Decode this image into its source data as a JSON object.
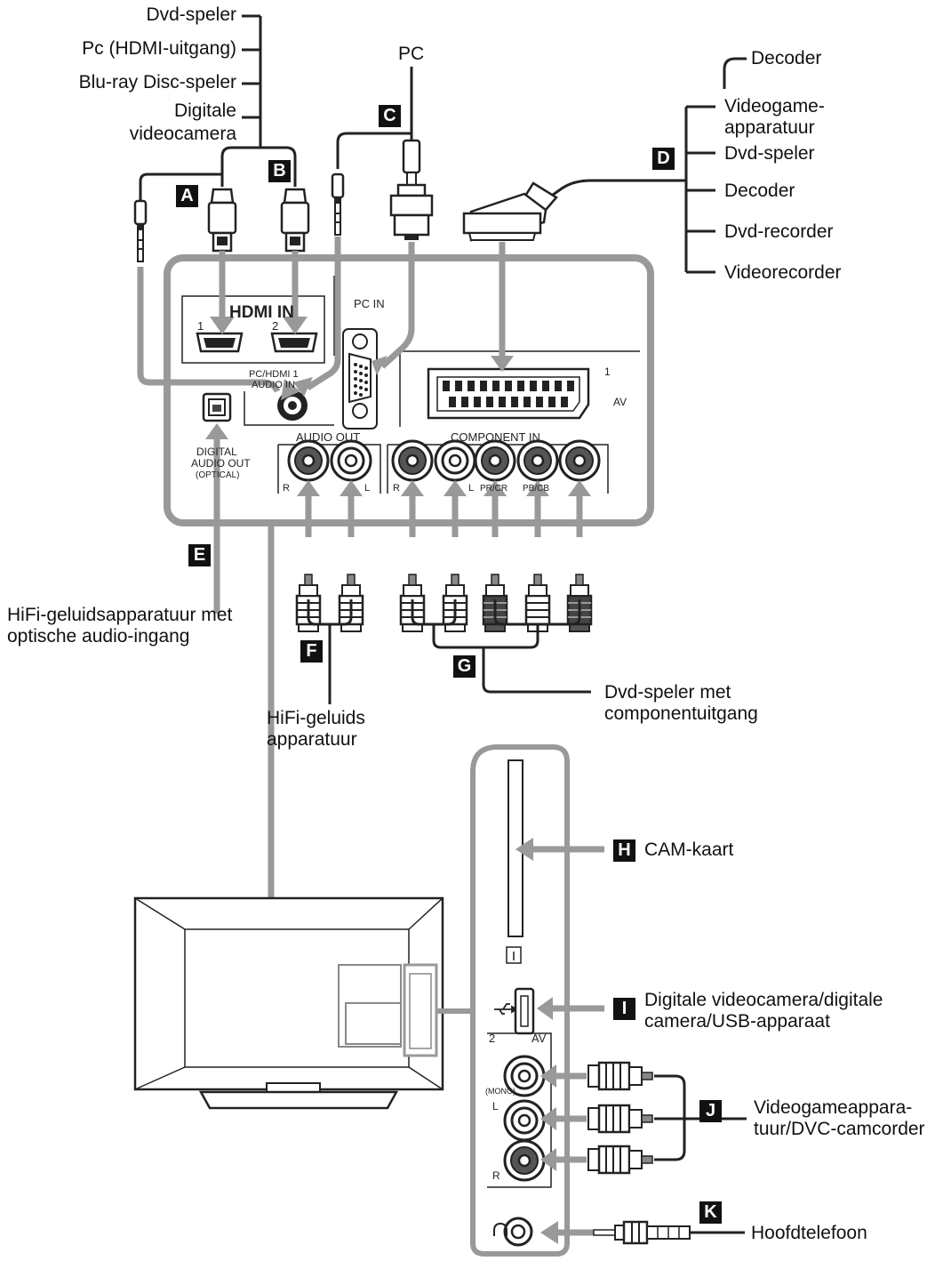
{
  "sources_ab": [
    "Dvd-speler",
    "Pc (HDMI-uitgang)",
    "Blu-ray Disc-speler",
    "Digitale",
    "videocamera"
  ],
  "pc_label": "PC",
  "sources_d": [
    "Decoder",
    "Videogame-",
    "apparatuur",
    "Dvd-speler",
    "Decoder",
    "Dvd-recorder",
    "Videorecorder"
  ],
  "badges": {
    "a": "A",
    "b": "B",
    "c": "C",
    "d": "D",
    "e": "E",
    "f": "F",
    "g": "G",
    "h": "H",
    "i": "I",
    "j": "J",
    "k": "K"
  },
  "label_e": [
    "HiFi-geluidsapparatuur met",
    "optische audio-ingang"
  ],
  "label_f": [
    "HiFi-geluids",
    "apparatuur"
  ],
  "label_g": [
    "Dvd-speler met",
    "componentuitgang"
  ],
  "label_h": "CAM-kaart",
  "label_i": [
    "Digitale videocamera/digitale",
    "camera/USB-apparaat"
  ],
  "label_j": [
    "Videogameappara-",
    "tuur/DVC-camcorder"
  ],
  "label_k": "Hoofdtelefoon",
  "panel": {
    "hdmi_in": "HDMI IN",
    "hdmi_1": "1",
    "hdmi_2": "2",
    "pc_in": "PC IN",
    "pc_hdmi_audio_1": "PC/HDMI 1",
    "pc_hdmi_audio_2": "AUDIO IN",
    "scart_num": "1",
    "scart_av": "AV",
    "digital_1": "DIGITAL",
    "digital_2": "AUDIO OUT",
    "digital_3": "(OPTICAL)",
    "audio_out": "AUDIO OUT",
    "component_in": "COMPONENT IN",
    "audio_out_r": "R",
    "audio_out_l": "L",
    "comp_r": "R",
    "comp_l": "L",
    "comp_pr": "PR/CR",
    "comp_pb": "PB/CB"
  },
  "side": {
    "av2": "2",
    "av2_label": "AV",
    "mono": "(MONO)",
    "l": "L",
    "r": "R"
  }
}
